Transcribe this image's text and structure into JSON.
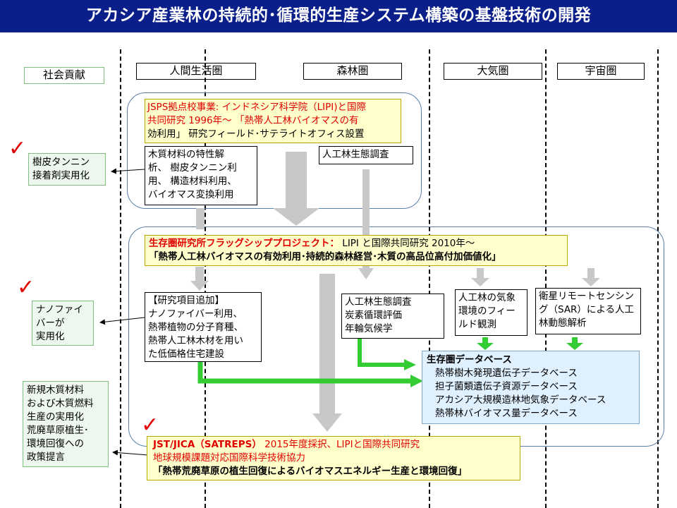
{
  "title": "アカシア産業林の持続的･循環的生産システム構築の基盤技術の開発",
  "columns": {
    "social": "社会貢献",
    "human": "人間生活圏",
    "forest": "森林圏",
    "atmos": "大気圏",
    "space": "宇宙圏"
  },
  "jsps": {
    "line1": "JSPS拠点校事業:  インドネシア科学院（LIPI)と国際",
    "line2": "共同研究  1996年～ 「熱帯人工林バイオマスの有",
    "line3": "効利用」 研究フィールド･サテライトオフィス設置"
  },
  "wood_research": {
    "line1": "木質材料の特性解",
    "line2": "析、 樹皮タンニン利",
    "line3": "用、 構造材料利用、",
    "line4": "バイオマス変換利用"
  },
  "ecology1": "人工林生態調査",
  "social_tannin": {
    "line1": "樹皮タンニン",
    "line2": "接着剤実用化"
  },
  "flagship": {
    "line1_red": "生存圏研究所フラッグシッププロジェクト：",
    "line1_rest": " LIPI と国際共同研究  2010年～",
    "line2": "「熱帯人工林バイオマスの有効利用･持続的森林経営･木質の高品位高付加価値化」"
  },
  "added_research": {
    "line1": "【研究項目追加】",
    "line2": "ナノファイバー利用、",
    "line3": "熱帯植物の分子育種、",
    "line4": "熱帯人工林木材を用い",
    "line5": "た低価格住宅建設"
  },
  "ecology2": {
    "line1": "人工林生態調査",
    "line2": "炭素循環評価",
    "line3": "年輪気候学"
  },
  "weather": {
    "line1": "人工林の気象",
    "line2": "環境のフィー",
    "line3": "ルド観測"
  },
  "satellite": {
    "line1": "衛星リモートセンシン",
    "line2": "グ（SAR）による人工",
    "line3": "林動態解析"
  },
  "social_nano": {
    "line1": "ナノファイ",
    "line2": "バーが",
    "line3": "実用化"
  },
  "database": {
    "title": "生存圏データベース",
    "items": [
      "熱帯樹木発現遺伝子データベース",
      "担子菌類遺伝子資源データベース",
      "アカシア大規模造林地気象データベース",
      "熱帯林バイオマス量データベース"
    ]
  },
  "social_policy": {
    "line1": "新規木質材料",
    "line2": "および木質燃料",
    "line3": "生産の実用化",
    "line4": "荒廃草原植生･",
    "line5": "環境回復への",
    "line6": "政策提言"
  },
  "jst": {
    "line1_red": "JST/JICA（SATREPS）",
    "line1_rest": "2015年度採択、LIPIと国際共同研究",
    "line2": "地球規模課題対応国際科学技術協力",
    "line3": "「熱帯荒廃草原の植生回復によるバイオマスエネルギー生産と環境回復」"
  },
  "colors": {
    "title_bg": "#0b1f8a",
    "red_text": "#e00000",
    "yellow_box": "#ffffcc",
    "db_box": "#dff0ff",
    "green_arrow": "#33cc33",
    "grey_arrow": "#c8c8c8"
  },
  "icons": [
    "check-icon",
    "arrow-icon"
  ]
}
